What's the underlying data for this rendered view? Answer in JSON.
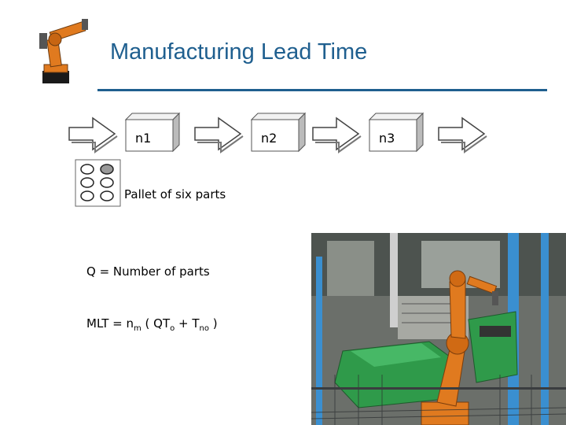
{
  "slide": {
    "title": "Manufacturing Lead Time"
  },
  "flow": {
    "stations": [
      {
        "label": "n1"
      },
      {
        "label": "n2"
      },
      {
        "label": "n3"
      }
    ]
  },
  "pallet": {
    "caption": "Pallet of six parts"
  },
  "definitions": {
    "q": "Q = Number of parts",
    "mlt_prefix": "MLT = n",
    "mlt_sub_m": "m",
    "mlt_mid1": " ( QT",
    "mlt_sub_o": "o",
    "mlt_mid2": " + T",
    "mlt_sub_no": "no",
    "mlt_suffix": " )"
  },
  "colors": {
    "title": "#1f5f8f",
    "robot_orange": "#e07a1f",
    "bin_green": "#2f9a4a"
  },
  "icons": [
    "robot-arm-logo",
    "flow-arrow",
    "pallet-part",
    "factory-photo"
  ]
}
